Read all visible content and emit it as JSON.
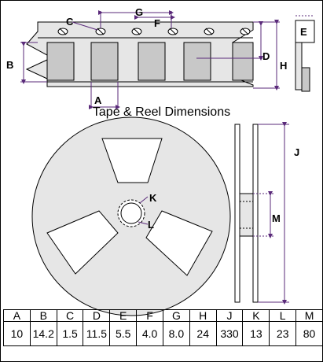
{
  "title": "Tape & Reel Dimensions",
  "dimension_letters": {
    "A": "A",
    "B": "B",
    "C": "C",
    "D": "D",
    "E": "E",
    "F": "F",
    "G": "G",
    "H": "H",
    "J": "J",
    "K": "K",
    "L": "L",
    "M": "M"
  },
  "table": {
    "headers": [
      "A",
      "B",
      "C",
      "D",
      "E",
      "F",
      "G",
      "H",
      "J",
      "K",
      "L",
      "M"
    ],
    "values": [
      "10",
      "14.2",
      "1.5",
      "11.5",
      "5.5",
      "4.0",
      "8.0",
      "24",
      "330",
      "13",
      "23",
      "80"
    ]
  },
  "colors": {
    "reel_fill": "#e6e6e6",
    "tape_fill": "#e6e6e6",
    "pocket_fill": "#c8c8c8",
    "line": "#000000",
    "dimension_line": "#5a2a7a"
  }
}
